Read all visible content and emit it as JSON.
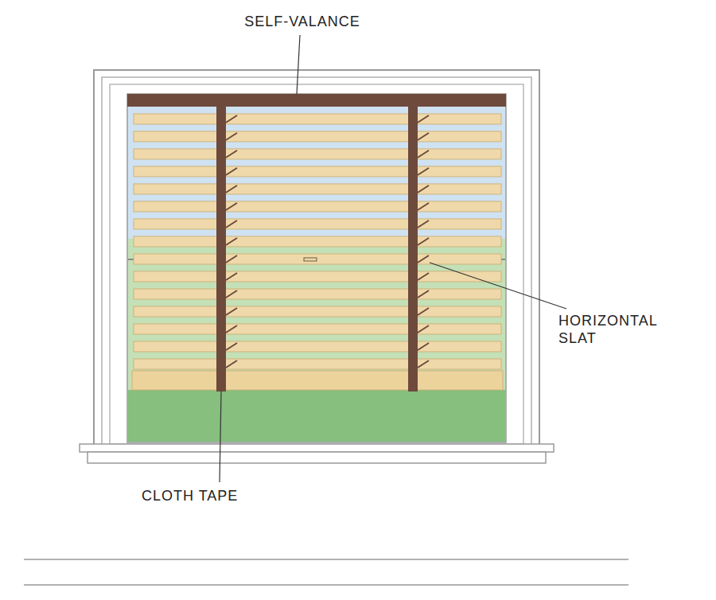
{
  "diagram": {
    "labels": [
      "SELF-VALANCE",
      "HORIZONTAL SLAT",
      "CLOTH TAPE"
    ]
  }
}
